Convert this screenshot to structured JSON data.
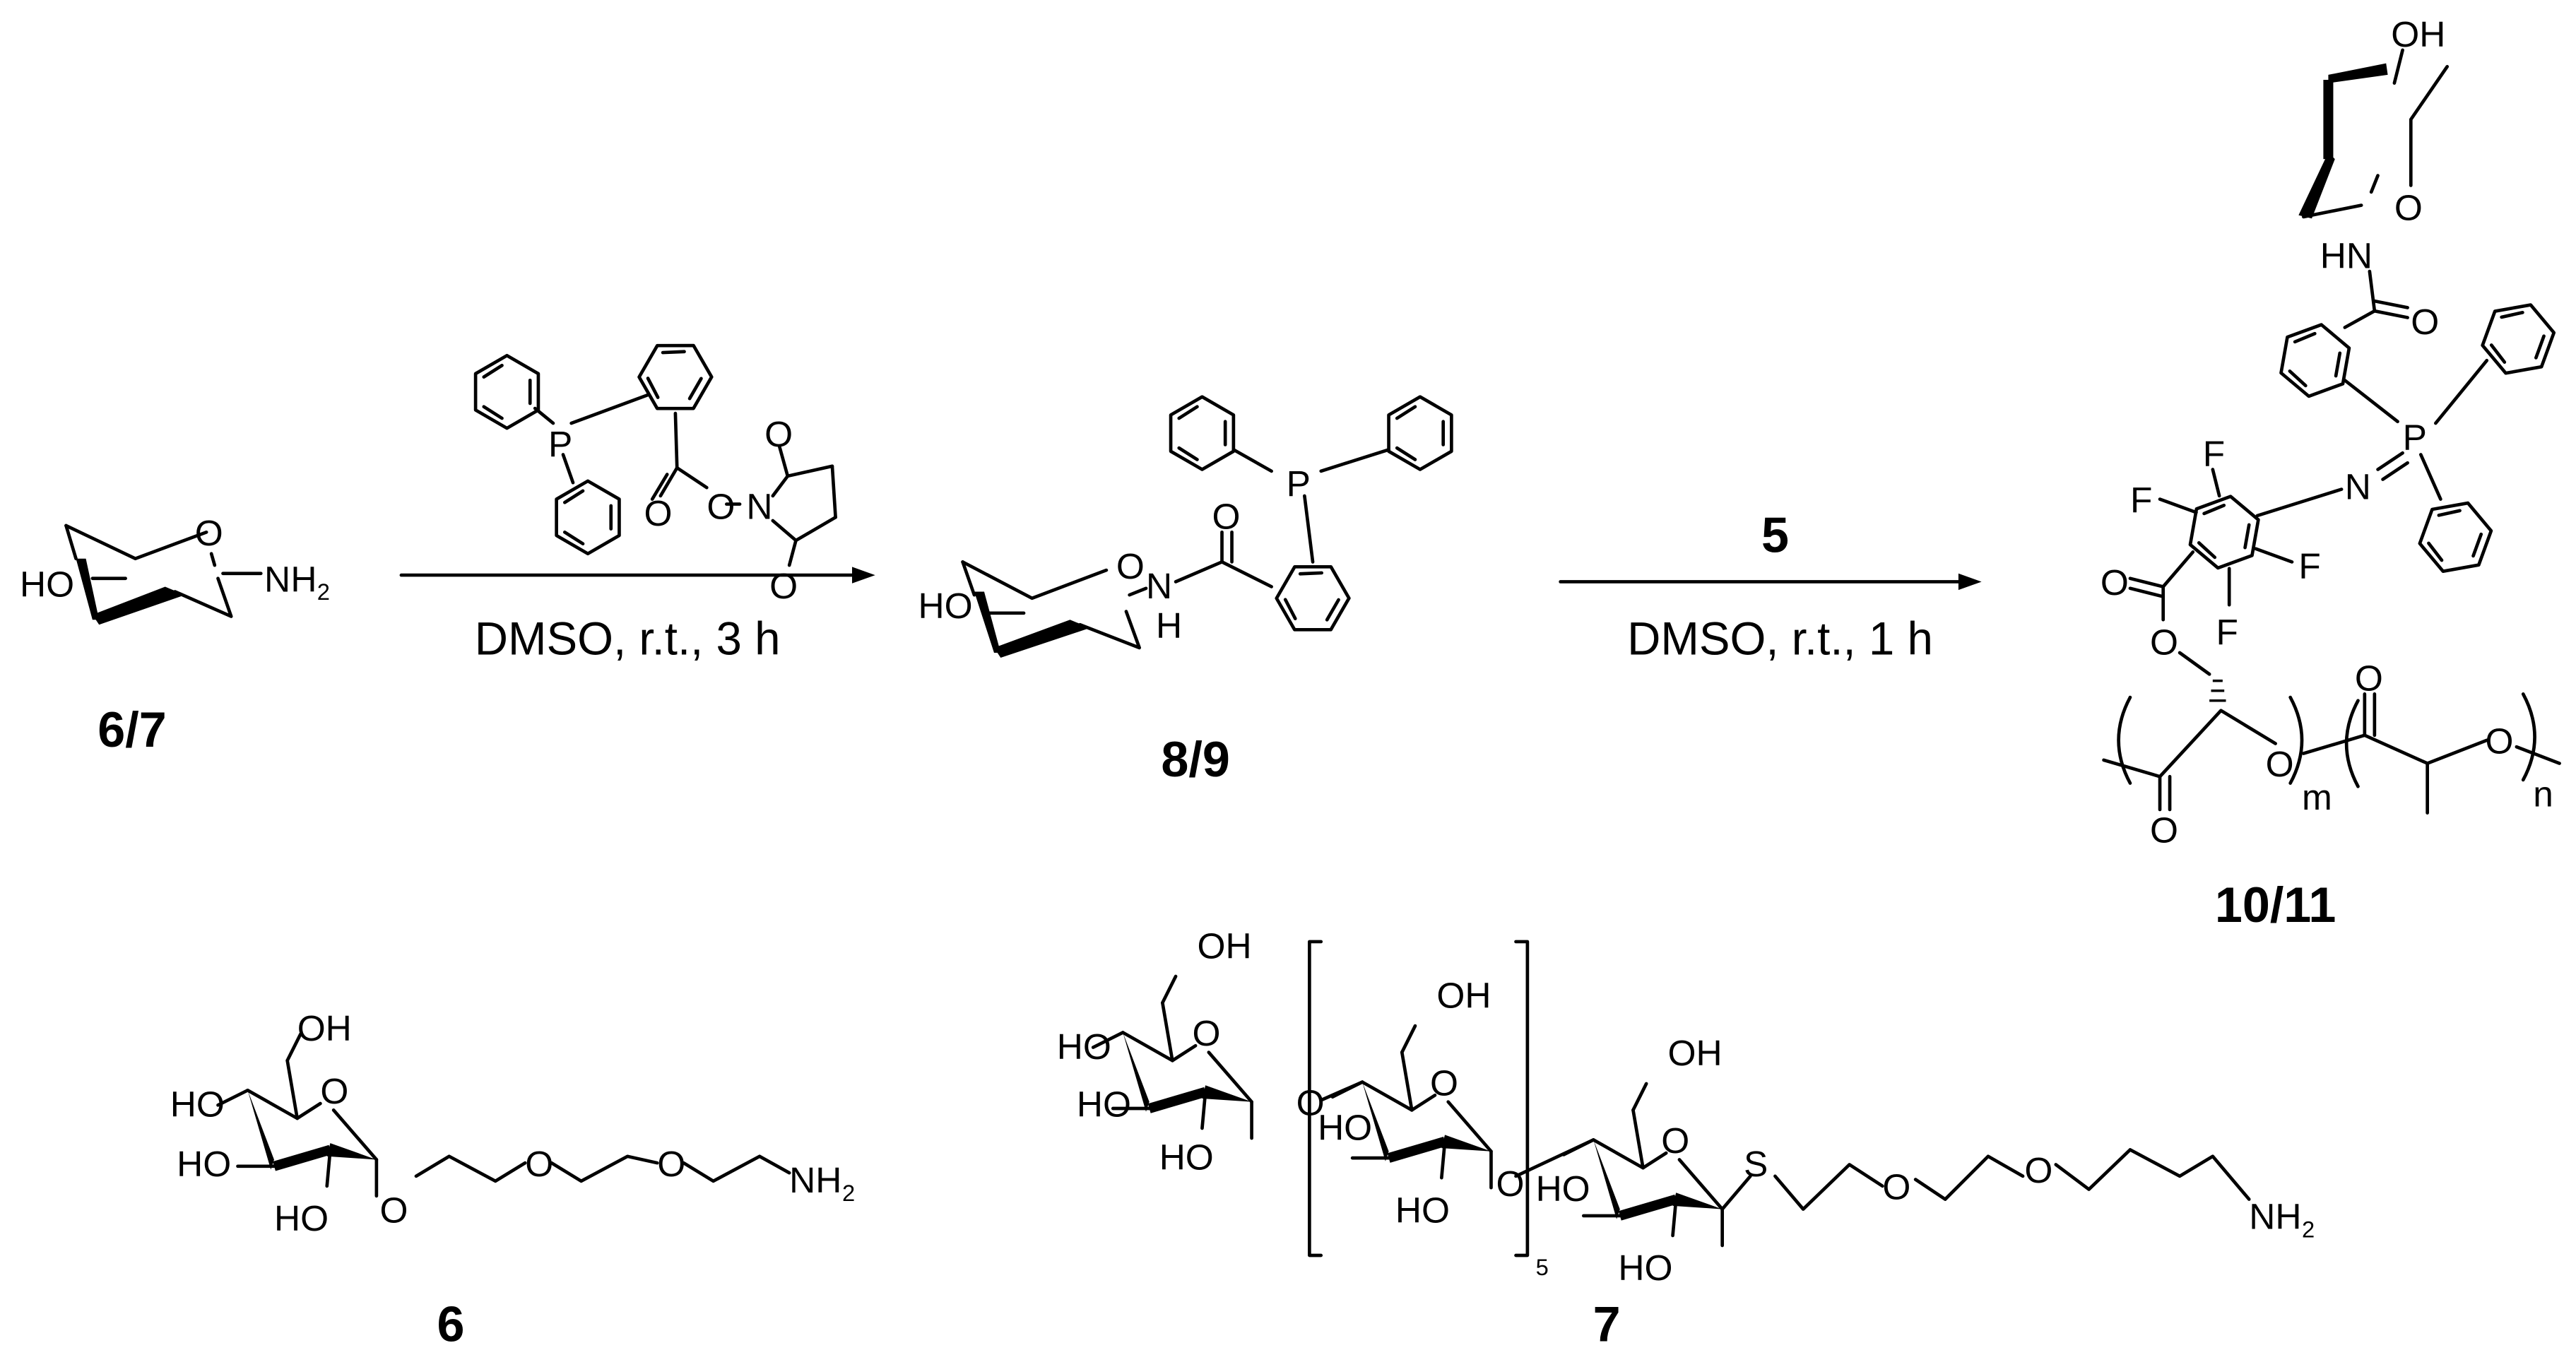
{
  "scheme": {
    "step1": {
      "conditions": "DMSO, r.t., 3 h"
    },
    "step2": {
      "reagent": "5",
      "conditions": "DMSO, r.t., 1 h"
    },
    "compounds": {
      "start": "6/7",
      "intermediate": "8/9",
      "product": "10/11",
      "mannoside": "6",
      "oligosaccharide": "7"
    },
    "repeat_counts": {
      "m": "m",
      "n": "n",
      "glucose": "5"
    }
  },
  "atoms": {
    "HO": "HO",
    "OH": "OH",
    "O": "O",
    "N": "N",
    "P": "P",
    "F": "F",
    "S": "S",
    "H": "H",
    "HN": "HN",
    "NH": "NH",
    "sub2": "2"
  },
  "colors": {
    "ink": "#000000",
    "background": "#ffffff"
  }
}
